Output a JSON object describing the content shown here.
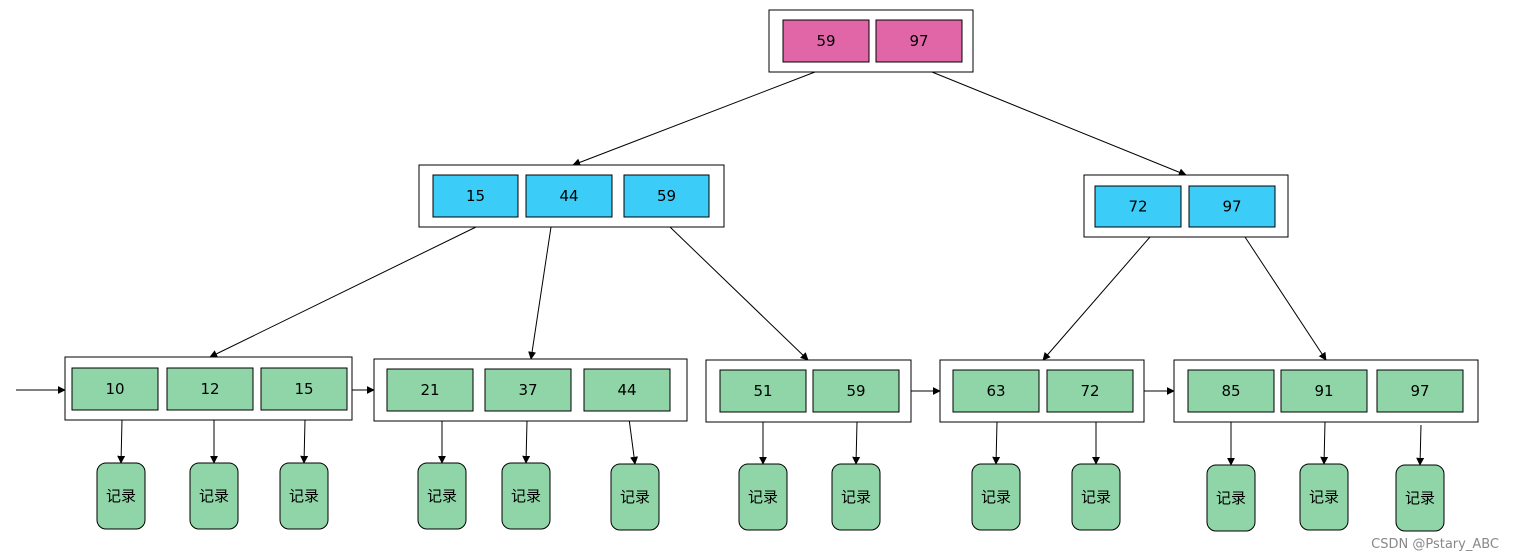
{
  "colors": {
    "root": "#e066a8",
    "internal": "#3bcdf7",
    "leaf": "#8fd5a8",
    "record": "#8fd5a8",
    "line": "#000000"
  },
  "root": {
    "keys": [
      "59",
      "97"
    ]
  },
  "internal": [
    {
      "keys": [
        "15",
        "44",
        "59"
      ]
    },
    {
      "keys": [
        "72",
        "97"
      ]
    }
  ],
  "leaves": [
    {
      "keys": [
        "10",
        "12",
        "15"
      ]
    },
    {
      "keys": [
        "21",
        "37",
        "44"
      ]
    },
    {
      "keys": [
        "51",
        "59"
      ]
    },
    {
      "keys": [
        "63",
        "72"
      ]
    },
    {
      "keys": [
        "85",
        "91",
        "97"
      ]
    }
  ],
  "record_label": "记录",
  "watermark": "CSDN @Pstary_ABC"
}
